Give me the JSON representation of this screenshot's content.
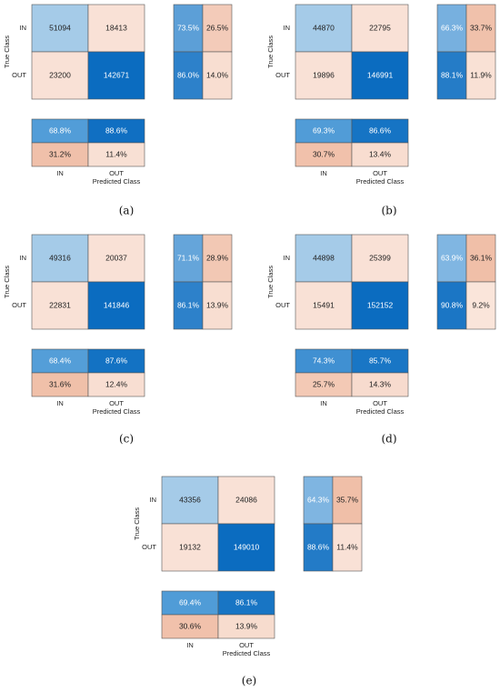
{
  "chart_data": [
    {
      "type": "heatmap",
      "caption": "(a)",
      "row_labels": [
        "IN",
        "OUT"
      ],
      "col_labels": [
        "IN",
        "OUT"
      ],
      "ylabel": "True Class",
      "xlabel": "Predicted Class",
      "matrix": [
        [
          51094,
          18413
        ],
        [
          23200,
          142671
        ]
      ],
      "row_summary": [
        [
          "73.5%",
          "26.5%"
        ],
        [
          "86.0%",
          "14.0%"
        ]
      ],
      "col_summary": [
        [
          "68.8%",
          "88.6%"
        ],
        [
          "31.2%",
          "11.4%"
        ]
      ]
    },
    {
      "type": "heatmap",
      "caption": "(b)",
      "row_labels": [
        "IN",
        "OUT"
      ],
      "col_labels": [
        "IN",
        "OUT"
      ],
      "ylabel": "True Class",
      "xlabel": "Predicted Class",
      "matrix": [
        [
          44870,
          22795
        ],
        [
          19896,
          146991
        ]
      ],
      "row_summary": [
        [
          "66.3%",
          "33.7%"
        ],
        [
          "88.1%",
          "11.9%"
        ]
      ],
      "col_summary": [
        [
          "69.3%",
          "86.6%"
        ],
        [
          "30.7%",
          "13.4%"
        ]
      ]
    },
    {
      "type": "heatmap",
      "caption": "(c)",
      "row_labels": [
        "IN",
        "OUT"
      ],
      "col_labels": [
        "IN",
        "OUT"
      ],
      "ylabel": "True Class",
      "xlabel": "Predicted Class",
      "matrix": [
        [
          49316,
          20037
        ],
        [
          22831,
          141846
        ]
      ],
      "row_summary": [
        [
          "71.1%",
          "28.9%"
        ],
        [
          "86.1%",
          "13.9%"
        ]
      ],
      "col_summary": [
        [
          "68.4%",
          "87.6%"
        ],
        [
          "31.6%",
          "12.4%"
        ]
      ]
    },
    {
      "type": "heatmap",
      "caption": "(d)",
      "row_labels": [
        "IN",
        "OUT"
      ],
      "col_labels": [
        "IN",
        "OUT"
      ],
      "ylabel": "True Class",
      "xlabel": "Predicted Class",
      "matrix": [
        [
          44898,
          25399
        ],
        [
          15491,
          152152
        ]
      ],
      "row_summary": [
        [
          "63.9%",
          "36.1%"
        ],
        [
          "90.8%",
          "9.2%"
        ]
      ],
      "col_summary": [
        [
          "74.3%",
          "85.7%"
        ],
        [
          "25.7%",
          "14.3%"
        ]
      ]
    },
    {
      "type": "heatmap",
      "caption": "(e)",
      "row_labels": [
        "IN",
        "OUT"
      ],
      "col_labels": [
        "IN",
        "OUT"
      ],
      "ylabel": "True Class",
      "xlabel": "Predicted Class",
      "matrix": [
        [
          43356,
          24086
        ],
        [
          19132,
          149010
        ]
      ],
      "row_summary": [
        [
          "64.3%",
          "35.7%"
        ],
        [
          "88.6%",
          "11.4%"
        ]
      ],
      "col_summary": [
        [
          "69.4%",
          "86.1%"
        ],
        [
          "30.6%",
          "13.9%"
        ]
      ]
    }
  ],
  "colors": {
    "diag_dark": "#0b6cc0",
    "diag_light": "#a5cbe8",
    "offdiag_light": "#f9e1d6",
    "pct_good": "#3a8fd0",
    "pct_bad": "#f0bfa8",
    "grid_stroke": "#555555"
  }
}
